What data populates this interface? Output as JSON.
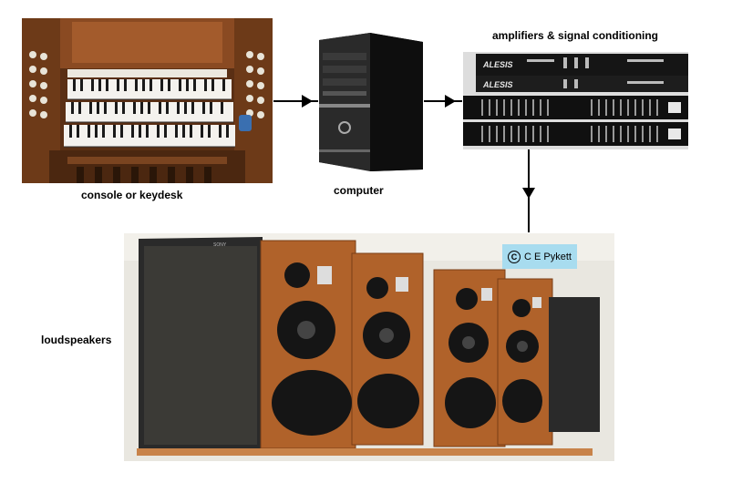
{
  "nodes": {
    "console": {
      "label": "console or keydesk",
      "icon": "organ-console-photo"
    },
    "computer": {
      "label": "computer",
      "icon": "pc-tower-photo"
    },
    "amplifiers": {
      "label": "amplifiers & signal conditioning",
      "icon": "rack-amplifier-photo",
      "brand_top": "ALESIS",
      "brand_second": "ALESIS"
    },
    "loudspeakers": {
      "label": "loudspeakers",
      "icon": "loudspeaker-cabinets-photo",
      "brand": "SONY"
    }
  },
  "copyright": {
    "symbol": "C",
    "text": "C E Pykett"
  },
  "edges": [
    {
      "from": "console",
      "to": "computer",
      "direction": "right"
    },
    {
      "from": "computer",
      "to": "amplifiers",
      "direction": "right"
    },
    {
      "from": "amplifiers",
      "to": "loudspeakers",
      "direction": "down"
    }
  ],
  "colors": {
    "wood": "#b0622a",
    "copyright_bg": "#a8dcef",
    "arrow": "#000000"
  }
}
